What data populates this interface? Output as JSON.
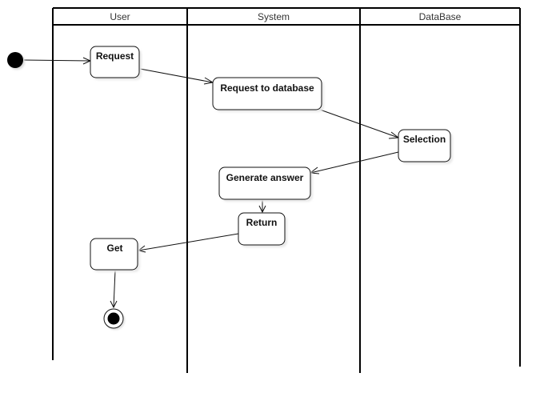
{
  "diagram": {
    "type": "uml-activity-swimlane",
    "lanes": [
      {
        "id": "user",
        "title": "User"
      },
      {
        "id": "system",
        "title": "System"
      },
      {
        "id": "database",
        "title": "DataBase"
      }
    ],
    "nodes": [
      {
        "id": "start",
        "kind": "initial"
      },
      {
        "id": "request",
        "kind": "action",
        "label": "Request",
        "lane": "user"
      },
      {
        "id": "request_db",
        "kind": "action",
        "label": "Request to database",
        "lane": "system"
      },
      {
        "id": "selection",
        "kind": "action",
        "label": "Selection",
        "lane": "database"
      },
      {
        "id": "generate",
        "kind": "action",
        "label": "Generate answer",
        "lane": "system"
      },
      {
        "id": "return",
        "kind": "action",
        "label": "Return",
        "lane": "system"
      },
      {
        "id": "get",
        "kind": "action",
        "label": "Get",
        "lane": "user"
      },
      {
        "id": "end",
        "kind": "final"
      }
    ],
    "edges": [
      {
        "from": "start",
        "to": "request"
      },
      {
        "from": "request",
        "to": "request_db"
      },
      {
        "from": "request_db",
        "to": "selection"
      },
      {
        "from": "selection",
        "to": "generate"
      },
      {
        "from": "generate",
        "to": "return"
      },
      {
        "from": "return",
        "to": "get"
      },
      {
        "from": "get",
        "to": "end"
      }
    ]
  }
}
